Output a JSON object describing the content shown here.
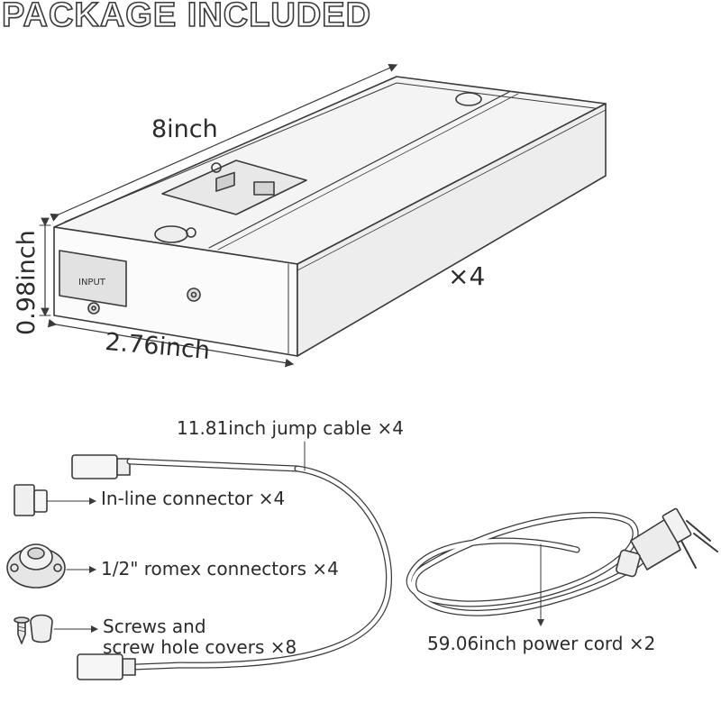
{
  "title": "PACKAGE INCLUDED",
  "product": {
    "width_label": "8inch",
    "height_label": "0.98inch",
    "depth_label": "2.76inch",
    "quantity_label": "×4",
    "input_tag": "INPUT"
  },
  "accessories": {
    "jump_cable": "11.81inch jump cable ×4",
    "inline_connector": "In-line connector ×4",
    "romex": "1/2\" romex connectors ×4",
    "screws_line1": "Screws and",
    "screws_line2": "screw hole covers ×8",
    "power_cord": "59.06inch power cord ×2"
  },
  "colors": {
    "line": "#3a3a3a",
    "background": "#ffffff"
  }
}
